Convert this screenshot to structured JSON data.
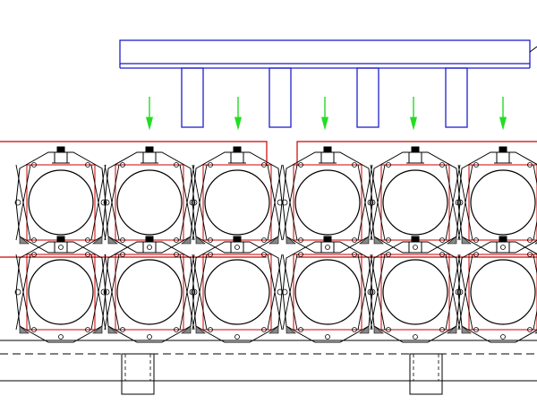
{
  "colors": {
    "outline": "#000000",
    "frame": "#cc0000",
    "gripper": "#1f1fcc",
    "arrow": "#22dd22",
    "background": "#ffffff"
  },
  "layout_info": {
    "rows": 2,
    "columns": 6,
    "gripper_fingers": 4,
    "arrows": 5
  },
  "icons": {
    "cell": "circle-cell-icon",
    "arrow": "down-arrow-icon",
    "clamp": "clamp-icon"
  }
}
